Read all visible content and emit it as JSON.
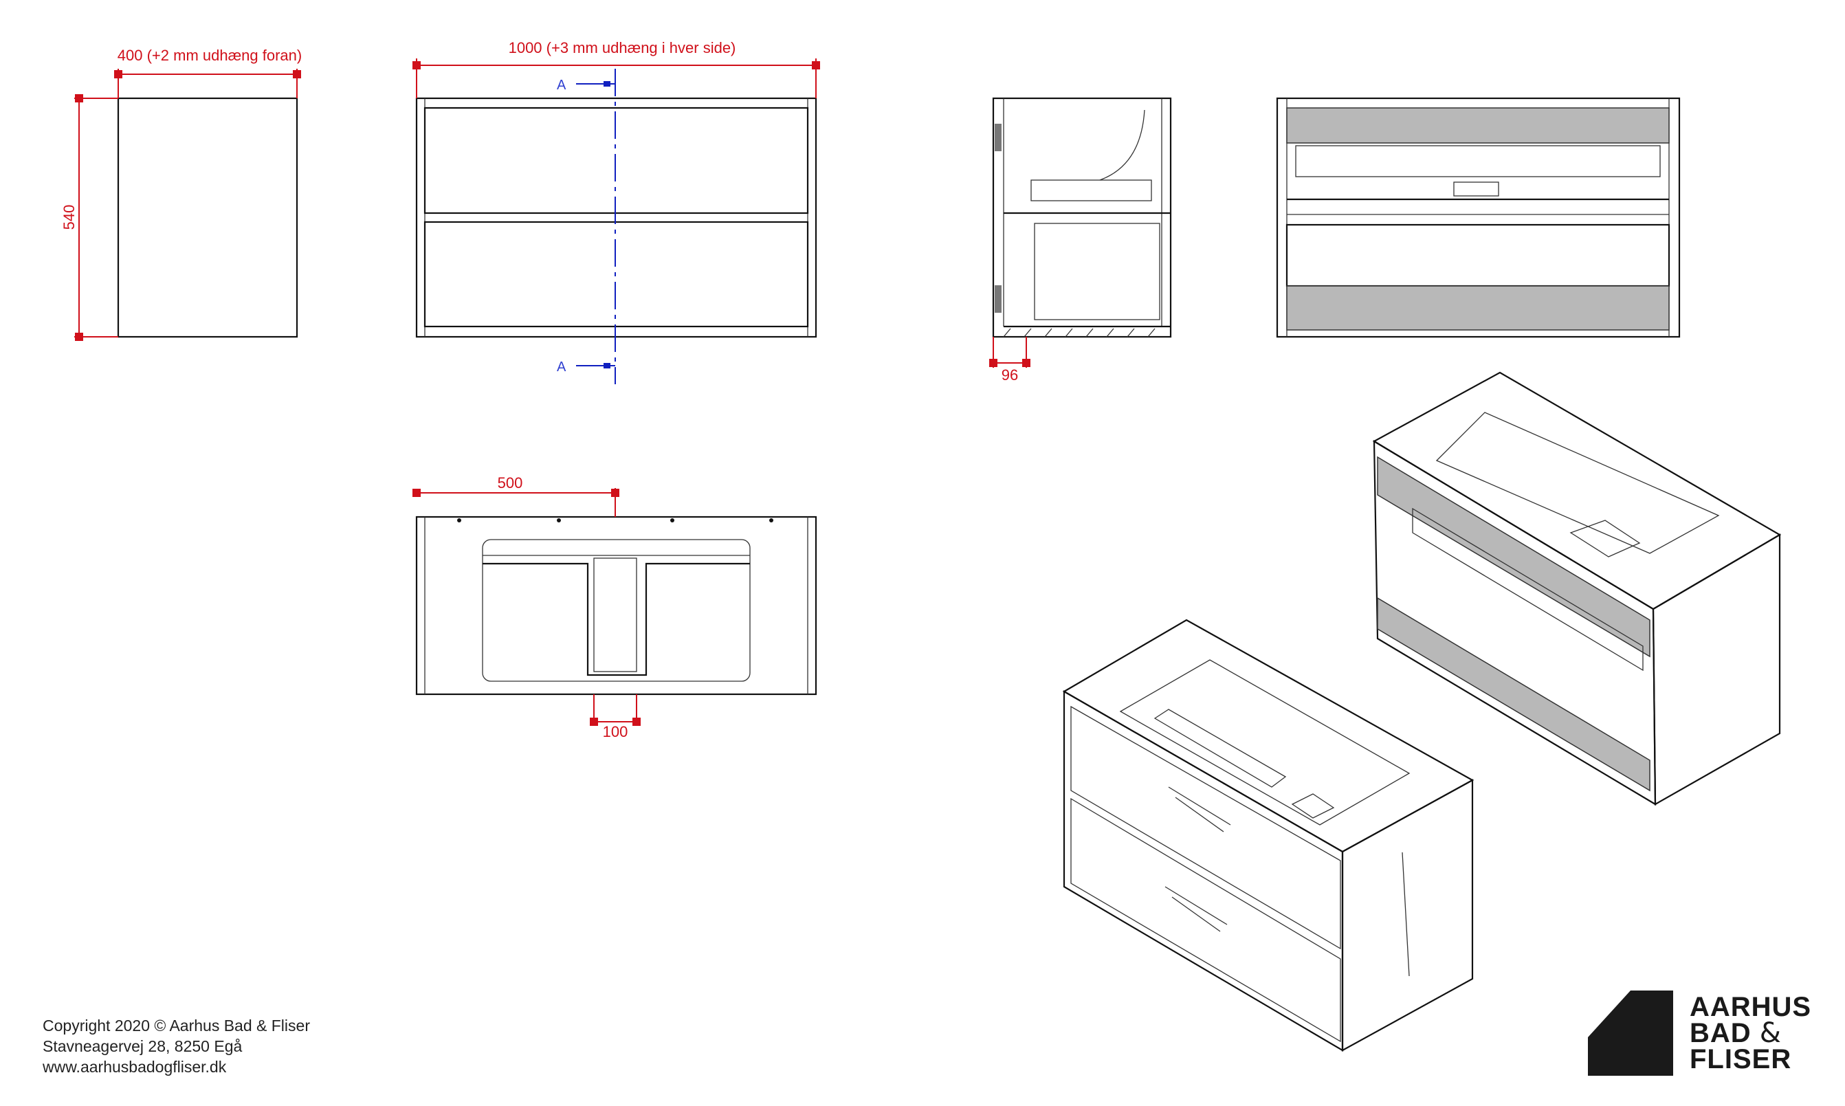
{
  "dimensions": {
    "depth": "400 (+2 mm udhæng foran)",
    "height": "540",
    "width": "1000 (+3 mm udhæng i hver side)",
    "basin_center": "500",
    "overflow_width": "100",
    "wall_offset": "96"
  },
  "section_marks": {
    "top": "A",
    "bottom": "A"
  },
  "footer": {
    "copyright": "Copyright 2020 © Aarhus Bad & Fliser",
    "address": "Stavneagervej 28, 8250 Egå",
    "website": "www.aarhusbadogfliser.dk"
  },
  "logo": {
    "line1": "AARHUS",
    "line2": "BAD",
    "amp": "&",
    "line3": "FLISER"
  },
  "colors": {
    "dimension": "#d0101a",
    "section": "#1020c0",
    "panel_gray": "#b8b8b8"
  }
}
